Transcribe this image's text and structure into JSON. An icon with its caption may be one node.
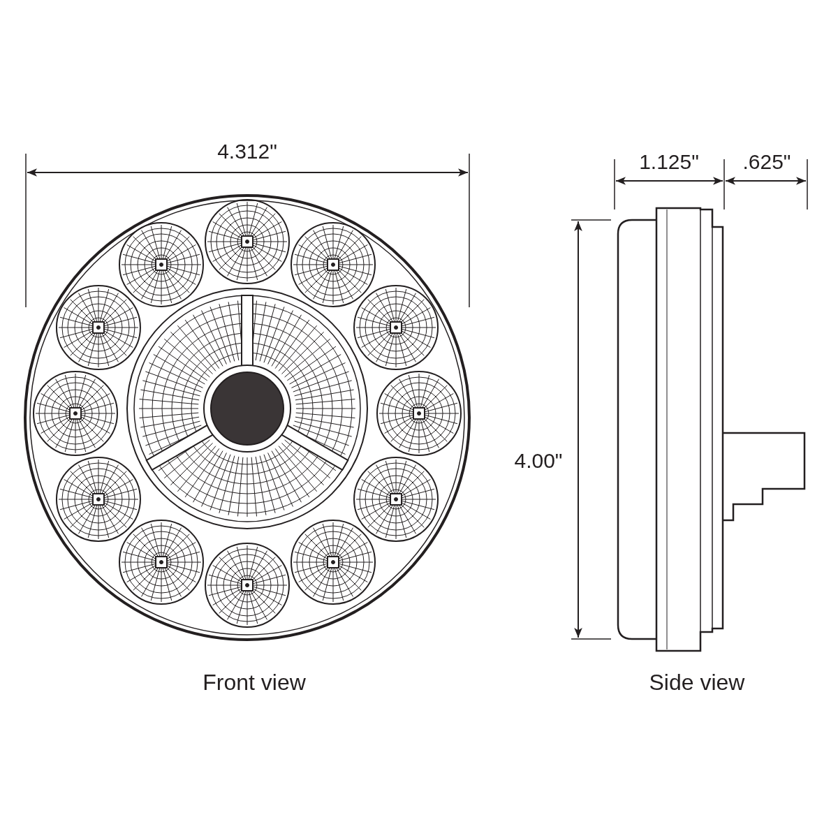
{
  "diagram": {
    "labels": [
      "4.312\"",
      "1.125\"",
      ".625\"",
      "4.00\"",
      "Front view",
      "Side view"
    ]
  }
}
